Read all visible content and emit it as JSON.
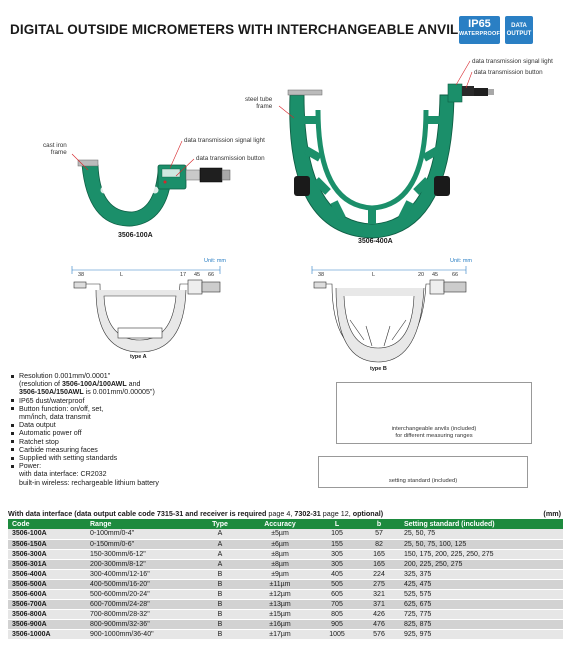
{
  "title": "DIGITAL OUTSIDE MICROMETERS WITH INTERCHANGEABLE ANVILS",
  "badges": {
    "ip_main": "IP65",
    "ip_sub": "WATERPROOF",
    "data_line1": "DATA",
    "data_line2": "OUTPUT"
  },
  "callouts": {
    "cast_iron_1": "cast iron",
    "cast_iron_2": "frame",
    "signal_light_a": "data transmission signal light",
    "button_a": "data transmission button",
    "steel_tube_1": "steel tube",
    "steel_tube_2": "frame",
    "signal_light_b": "data transmission signal light",
    "button_b": "data transmission button"
  },
  "models": {
    "left": "3506-100A",
    "right": "3506-400A"
  },
  "drawings": {
    "unit_a": "Unit: mm",
    "unit_b": "Unit: mm",
    "type_a": "type A",
    "type_b": "type B",
    "dim_a": [
      "38",
      "L",
      "17",
      "45",
      "66"
    ],
    "dim_b": [
      "38",
      "L",
      "20",
      "45",
      "66"
    ]
  },
  "features": [
    {
      "parts": [
        "Resolution 0.001mm/0.0001\""
      ],
      "bullet": true
    },
    {
      "parts": [
        "(resolution of ",
        "3506-100A/100AWL",
        " and"
      ],
      "bullet": false
    },
    {
      "parts": [
        "",
        "3506-150A/150AWL",
        " is 0.001mm/0.00005\")"
      ],
      "bullet": false
    },
    {
      "parts": [
        "IP65 dust/waterproof"
      ],
      "bullet": true
    },
    {
      "parts": [
        "Button function: on/off, set,"
      ],
      "bullet": true
    },
    {
      "parts": [
        "mm/inch, data transmit"
      ],
      "bullet": false
    },
    {
      "parts": [
        "Data output"
      ],
      "bullet": true
    },
    {
      "parts": [
        "Automatic power off"
      ],
      "bullet": true
    },
    {
      "parts": [
        "Ratchet stop"
      ],
      "bullet": true
    },
    {
      "parts": [
        "Carbide measuring faces"
      ],
      "bullet": true
    },
    {
      "parts": [
        "Supplied with setting standards"
      ],
      "bullet": true
    },
    {
      "parts": [
        "Power:"
      ],
      "bullet": true
    },
    {
      "parts": [
        "with data interface: CR2032"
      ],
      "bullet": false
    },
    {
      "parts": [
        "built-in wireless: rechargeable lithium battery"
      ],
      "bullet": false
    }
  ],
  "anvils_caption_1": "interchangeable anvils (included)",
  "anvils_caption_2": "for different measuring ranges",
  "setting_caption": "setting standard (included)",
  "table": {
    "caption_pre": "With data interface (data output cable code ",
    "caption_code1": "7315-31",
    "caption_mid1": " and receiver is required ",
    "caption_page1": "page 4, ",
    "caption_code2": "7302-31",
    "caption_page2": " page 12, ",
    "caption_opt": "optional)",
    "unit": "(mm)",
    "headers": [
      "Code",
      "Range",
      "Type",
      "Accuracy",
      "L",
      "b",
      "Setting standard (included)"
    ],
    "rows": [
      [
        "3506-100A",
        "0-100mm/0-4\"",
        "A",
        "±5µm",
        "105",
        "57",
        "25, 50, 75"
      ],
      [
        "3506-150A",
        "0-150mm/0-6\"",
        "A",
        "±6µm",
        "155",
        "82",
        "25, 50, 75, 100, 125"
      ],
      [
        "3506-300A",
        "150-300mm/6-12\"",
        "A",
        "±8µm",
        "305",
        "165",
        "150, 175, 200, 225, 250, 275"
      ],
      [
        "3506-301A",
        "200-300mm/8-12\"",
        "A",
        "±8µm",
        "305",
        "165",
        "200, 225, 250, 275"
      ],
      [
        "3506-400A",
        "300-400mm/12-16\"",
        "B",
        "±9µm",
        "405",
        "224",
        "325, 375"
      ],
      [
        "3506-500A",
        "400-500mm/16-20\"",
        "B",
        "±11µm",
        "505",
        "275",
        "425, 475"
      ],
      [
        "3506-600A",
        "500-600mm/20-24\"",
        "B",
        "±12µm",
        "605",
        "321",
        "525, 575"
      ],
      [
        "3506-700A",
        "600-700mm/24-28\"",
        "B",
        "±13µm",
        "705",
        "371",
        "625, 675"
      ],
      [
        "3506-800A",
        "700-800mm/28-32\"",
        "B",
        "±15µm",
        "805",
        "426",
        "725, 775"
      ],
      [
        "3506-900A",
        "800-900mm/32-36\"",
        "B",
        "±16µm",
        "905",
        "476",
        "825, 875"
      ],
      [
        "3506-1000A",
        "900-1000mm/36-40\"",
        "B",
        "±17µm",
        "1005",
        "576",
        "925, 975"
      ]
    ]
  },
  "colors": {
    "frame_green": "#1b8f6a",
    "frame_green_light": "#3fb38a",
    "badge_blue": "#2a7fc4",
    "callout_red": "#d7262b",
    "header_green": "#1d8a3e"
  }
}
